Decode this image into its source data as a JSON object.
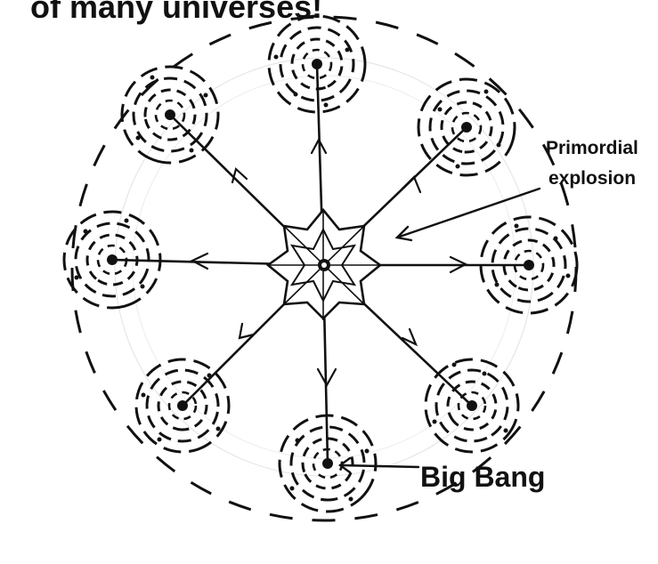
{
  "title": "of many universes!",
  "labels": {
    "primordial_line1": "Primordial",
    "primordial_line2": "explosion",
    "big_bang": "Big Bang"
  },
  "colors": {
    "ink": "#111111",
    "faint_guide": "#e6e6e6",
    "background": "#ffffff"
  },
  "diagram": {
    "center_shape": "eight-pointed-star",
    "universe_count": 8,
    "universe_style": "dashed-concentric-rings"
  }
}
